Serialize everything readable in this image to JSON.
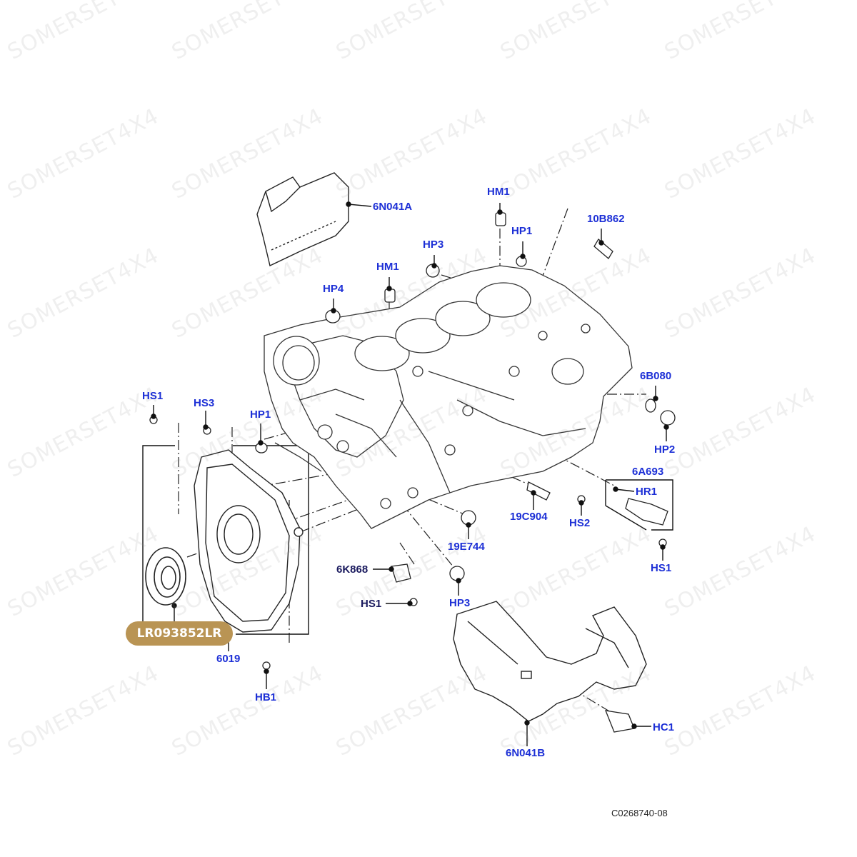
{
  "watermark": "SOMERSET4X4",
  "reference_code": "C0268740-08",
  "highlight_part": "LR093852LR",
  "callouts": [
    {
      "id": "6N041A",
      "text": "6N041A"
    },
    {
      "id": "HM1-top",
      "text": "HM1"
    },
    {
      "id": "10B862",
      "text": "10B862"
    },
    {
      "id": "HP1-top",
      "text": "HP1"
    },
    {
      "id": "HP3-top",
      "text": "HP3"
    },
    {
      "id": "HM1-mid",
      "text": "HM1"
    },
    {
      "id": "HP4",
      "text": "HP4"
    },
    {
      "id": "6B080",
      "text": "6B080"
    },
    {
      "id": "HS1-left",
      "text": "HS1"
    },
    {
      "id": "HS3",
      "text": "HS3"
    },
    {
      "id": "HP1-left",
      "text": "HP1"
    },
    {
      "id": "HP2",
      "text": "HP2"
    },
    {
      "id": "6A693",
      "text": "6A693"
    },
    {
      "id": "HR1",
      "text": "HR1"
    },
    {
      "id": "19C904",
      "text": "19C904"
    },
    {
      "id": "HS2",
      "text": "HS2"
    },
    {
      "id": "19E744",
      "text": "19E744"
    },
    {
      "id": "6K868",
      "text": "6K868"
    },
    {
      "id": "HS1-right",
      "text": "HS1"
    },
    {
      "id": "HS1-bottom",
      "text": "HS1"
    },
    {
      "id": "HP3-bottom",
      "text": "HP3"
    },
    {
      "id": "6019",
      "text": "6019"
    },
    {
      "id": "HB1",
      "text": "HB1"
    },
    {
      "id": "HC1",
      "text": "HC1"
    },
    {
      "id": "6N041B",
      "text": "6N041B"
    }
  ]
}
